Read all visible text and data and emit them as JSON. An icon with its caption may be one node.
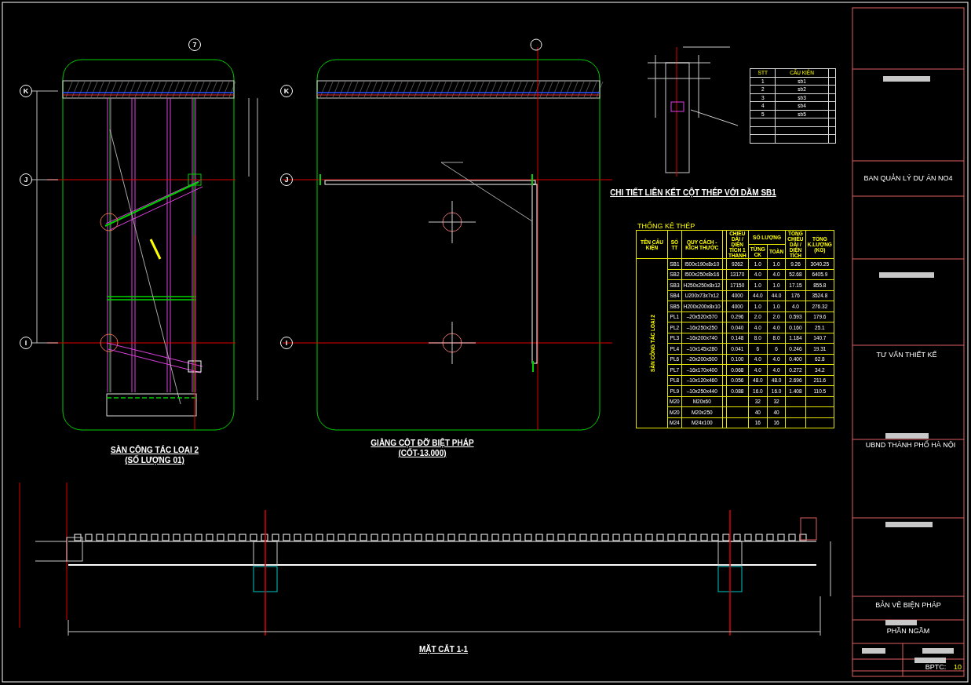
{
  "diagram": {
    "labels": [
      "7",
      "K",
      "J",
      "I",
      "K",
      "J",
      "I",
      "SÀN CÔNG TÁC LOẠI 2",
      "(SỐ LƯỢNG 01)",
      "GIẰNG CỘT ĐỠ BIỆT PHÁP",
      "(CỐT-13.000)",
      "CHI TIẾT LIÊN KẾT CỘT THÉP VỚI DẦM SB1",
      "MẶT CẮT 1-1",
      "STT",
      "CẤU KIỆN",
      "1",
      "sb1",
      "2",
      "sb2",
      "3",
      "sb3",
      "4",
      "sb4",
      "5",
      "sb5",
      "THỐNG KÊ THÉP",
      "TÊN CẤU KIỆN",
      "SỐ TT",
      "QUY CÁCH - KÍCH THƯỚC",
      "CHIỀU DÀI / DIỆN TÍCH 1 THANH",
      "SỐ LƯỢNG",
      "TỔNG CHIỀU DÀI / DIỆN TÍCH",
      "TỔNG K.LƯỢNG (KG)",
      "TỪNG CK",
      "TOÀN",
      "SÀN CÔNG TÁC LOẠI 2",
      "SB1",
      "I500x190x8x10",
      "9262",
      "1.0",
      "1.0",
      "9.26",
      "3040.25",
      "SB2",
      "I500x250x8x16",
      "13170",
      "4.0",
      "4.0",
      "52.68",
      "6405.9",
      "SB3",
      "H250x250x8x12",
      "17150",
      "1.0",
      "1.0",
      "17.15",
      "855.8",
      "SB4",
      "U200x73x7x12",
      "4000",
      "44.0",
      "44.0",
      "176",
      "3524.8",
      "SB5",
      "H200x200x8x10",
      "4000",
      "1.0",
      "1.0",
      "4.0",
      "276.32",
      "PL1",
      "–20x520x570",
      "0.296",
      "2.0",
      "2.0",
      "0.593",
      "179.6",
      "PL2",
      "–16x250x250",
      "0.040",
      "4.0",
      "4.0",
      "0.160",
      "25.1",
      "PL3",
      "–16x200x740",
      "0.148",
      "8.0",
      "8.0",
      "1.184",
      "140.7",
      "PL4",
      "–10x145x280",
      "0.041",
      "6",
      "6",
      "0.246",
      "19.31",
      "PL6",
      "–20x200x500",
      "0.100",
      "4.0",
      "4.0",
      "0.400",
      "62.8",
      "PL7",
      "–16x170x400",
      "0.068",
      "4.0",
      "4.0",
      "0.272",
      "34.2",
      "PL8",
      "–10x120x460",
      "0.056",
      "48.0",
      "48.0",
      "2.696",
      "211.6",
      "PL9",
      "–10x250x440",
      "0.088",
      "16.0",
      "16.0",
      "1.408",
      "110.5",
      "M20",
      "M20x60",
      "32",
      "32",
      "M20",
      "M20x250",
      "40",
      "40",
      "M24",
      "M24x100",
      "16",
      "16",
      "BAN QUẢN LÝ DỰ ÁN NO4",
      "TƯ VẤN THIẾT KẾ",
      "UBND THÀNH PHỐ HÀ NỘI",
      "BẢN VẼ BIỆN PHÁP",
      "PHẦN NGẦM",
      "BPTC:",
      "10"
    ]
  }
}
